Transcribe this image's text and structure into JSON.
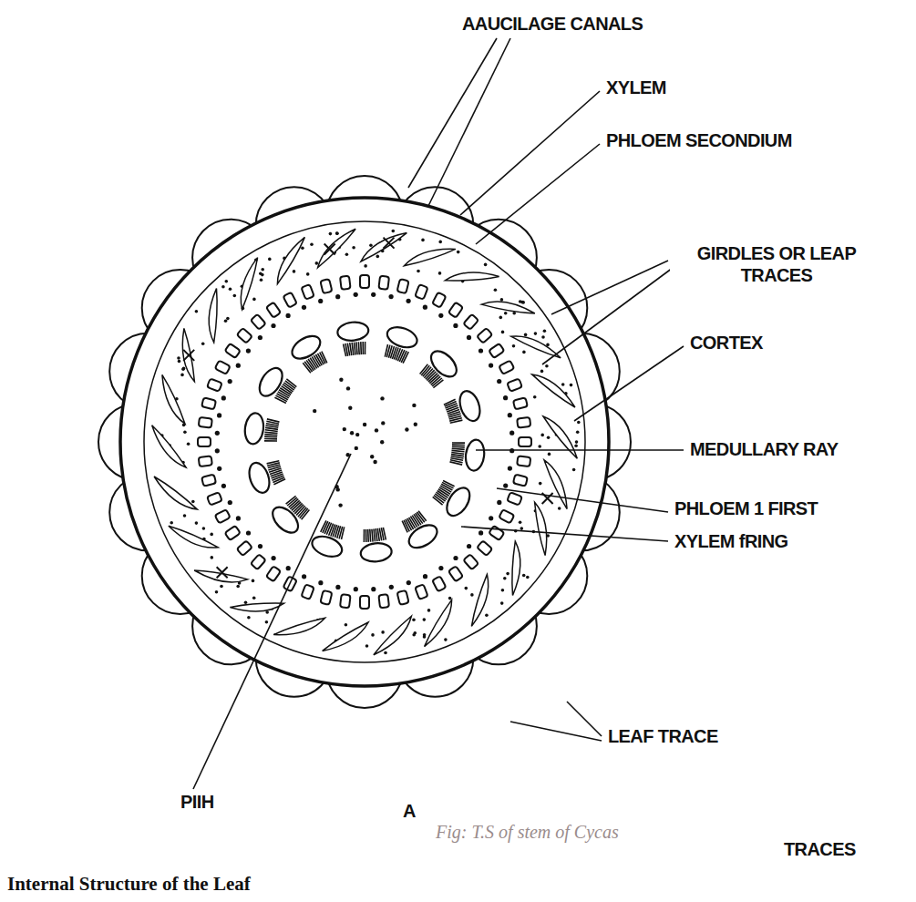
{
  "diagram": {
    "caption": "Fig: T.S of stem of Cycas",
    "labels": [
      "AAUCILAGE CANALS",
      "XYLEM",
      "PHLOEM SECONDIUM",
      "GIRDLES OR LEAP TRACES",
      "CORTEX",
      "MEDULLARY RAY",
      "PHLOEM 1 FIRST",
      "XYLEM fRING",
      "LEAF TRACE",
      "PIIH",
      "A",
      "TRACES",
      "Internal Structure of the Leaf"
    ]
  }
}
